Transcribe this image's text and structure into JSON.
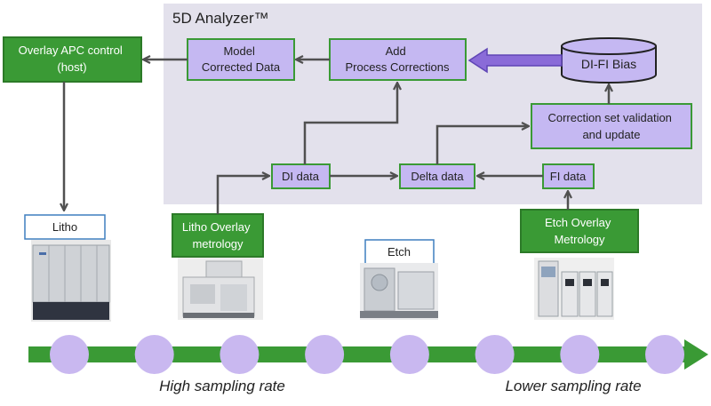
{
  "analyzer": {
    "title": "5D Analyzer™"
  },
  "boxes": {
    "overlay_apc": [
      "Overlay APC control",
      "(host)"
    ],
    "model_corrected": [
      "Model",
      "Corrected Data"
    ],
    "add_process": [
      "Add",
      "Process Corrections"
    ],
    "dbias": "DI-FI Bias",
    "correction_set": [
      "Correction set validation",
      "and update"
    ],
    "di_data": "DI data",
    "delta_data": "Delta data",
    "fi_data": "FI data",
    "litho_overlay": [
      "Litho Overlay",
      "metrology"
    ],
    "etch_overlay": [
      "Etch Overlay",
      "Metrology"
    ]
  },
  "tools": {
    "litho": "Litho",
    "etch": "Etch"
  },
  "timeline": {
    "left_label": "High sampling rate",
    "right_label": "Lower sampling rate",
    "circle_count": 8
  },
  "colors": {
    "analyzer_bg": "#e3e1ec",
    "process_fill": "#c5b8f2",
    "green_fill": "#3a9a35",
    "green_border": "#2c7a28",
    "arrow_gray": "#505050",
    "timeline_green": "#3a9a35",
    "circle_fill": "#c9b8f0",
    "tool_label_border": "#3f7fbf"
  }
}
